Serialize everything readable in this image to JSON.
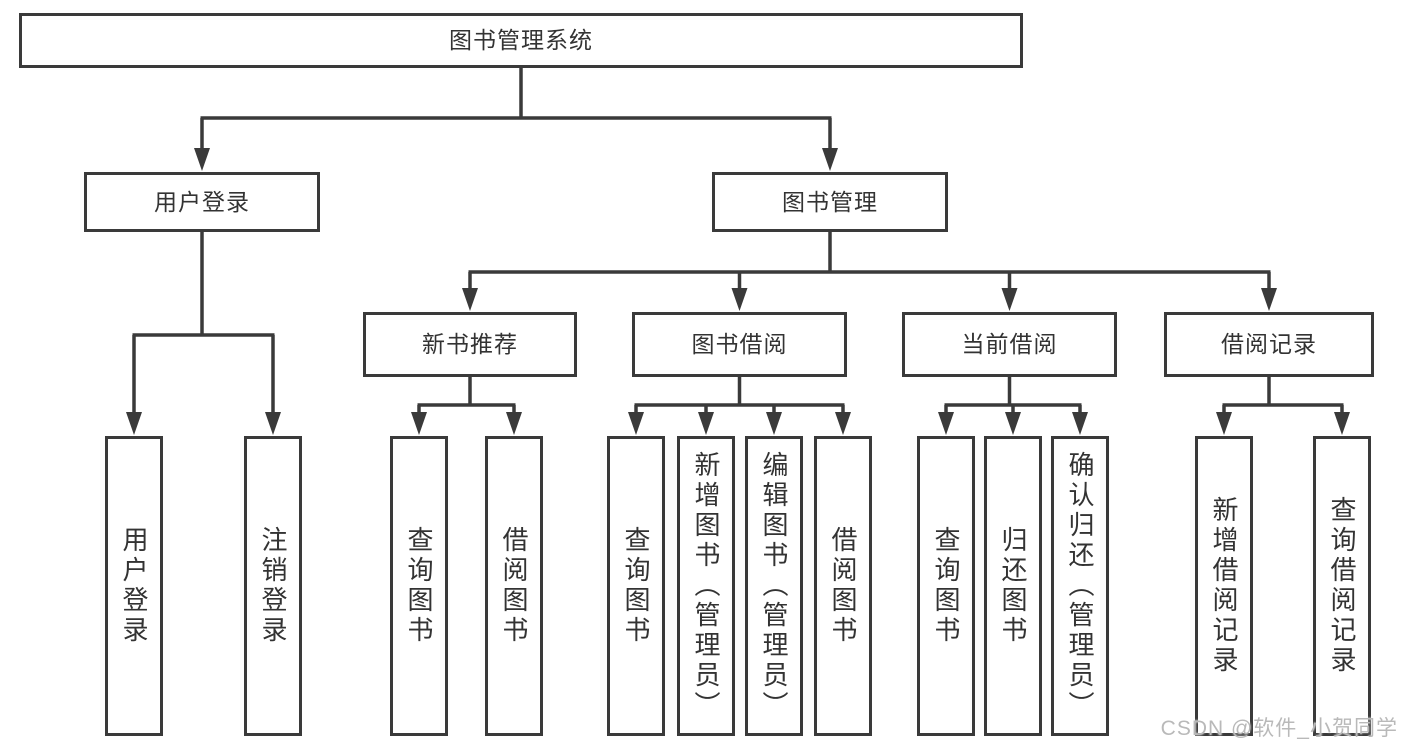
{
  "colors": {
    "line": "#3a3a3a",
    "box_border": "#3a3a3a",
    "text": "#333333",
    "background": "#ffffff",
    "watermark": "#b9b9b9"
  },
  "watermark": {
    "text": "CSDN @软件_小贺同学"
  },
  "tree": {
    "root": {
      "label": "图书管理系统"
    },
    "children": [
      {
        "label": "用户登录",
        "children": [
          {
            "label": "用户登录"
          },
          {
            "label": "注销登录"
          }
        ]
      },
      {
        "label": "图书管理",
        "children": [
          {
            "label": "新书推荐",
            "children": [
              {
                "label": "查询图书"
              },
              {
                "label": "借阅图书"
              }
            ]
          },
          {
            "label": "图书借阅",
            "children": [
              {
                "label": "查询图书"
              },
              {
                "label": "新增图书（管理员）"
              },
              {
                "label": "编辑图书（管理员）"
              },
              {
                "label": "借阅图书"
              }
            ]
          },
          {
            "label": "当前借阅",
            "children": [
              {
                "label": "查询图书"
              },
              {
                "label": "归还图书"
              },
              {
                "label": "确认归还（管理员）"
              }
            ]
          },
          {
            "label": "借阅记录",
            "children": [
              {
                "label": "新增借阅记录"
              },
              {
                "label": "查询借阅记录"
              }
            ]
          }
        ]
      }
    ]
  }
}
